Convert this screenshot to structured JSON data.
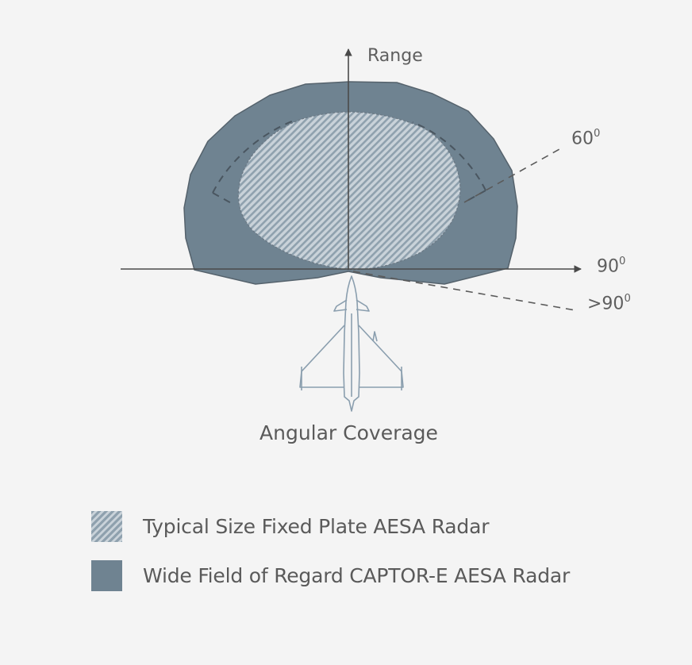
{
  "diagram": {
    "axis_labels": {
      "range": "Range",
      "deg60": "60",
      "deg90": "90",
      "deg90_plus": ">90",
      "degree_symbol": "0"
    },
    "caption": "Angular Coverage",
    "colors": {
      "background": "#f4f4f4",
      "wide_field_fill": "#6f8391",
      "outline": "#55626c",
      "hatch_dark": "#8fa1ae",
      "hatch_light": "#c9d2d9",
      "axis": "#4a4a4a",
      "aircraft": "#8a9eae"
    }
  },
  "legend": {
    "items": [
      {
        "swatch": "hatched",
        "label": "Typical Size Fixed Plate AESA Radar"
      },
      {
        "swatch": "solid",
        "label": "Wide Field of Regard  CAPTOR-E AESA Radar"
      }
    ]
  }
}
